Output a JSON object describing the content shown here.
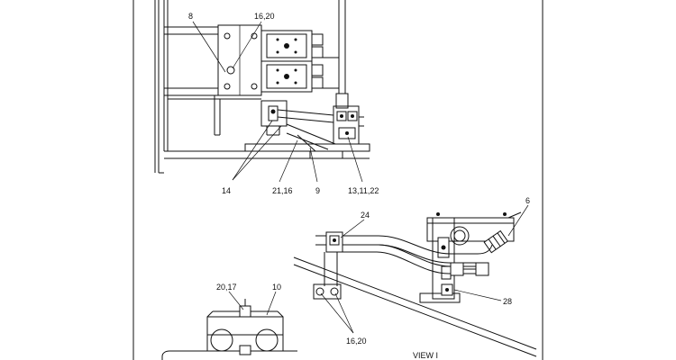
{
  "callouts": {
    "upper": {
      "c8": "8",
      "c16_20": "16,20",
      "c14": "14",
      "c21_16": "21,16",
      "c9": "9",
      "c13_11_22": "13,11,22"
    },
    "view_i": {
      "c24": "24",
      "c6": "6",
      "c28": "28",
      "c16_20": "16,20"
    },
    "lower": {
      "c20_17": "20,17",
      "c10": "10"
    }
  },
  "captions": {
    "view_i": "VIEW I"
  }
}
